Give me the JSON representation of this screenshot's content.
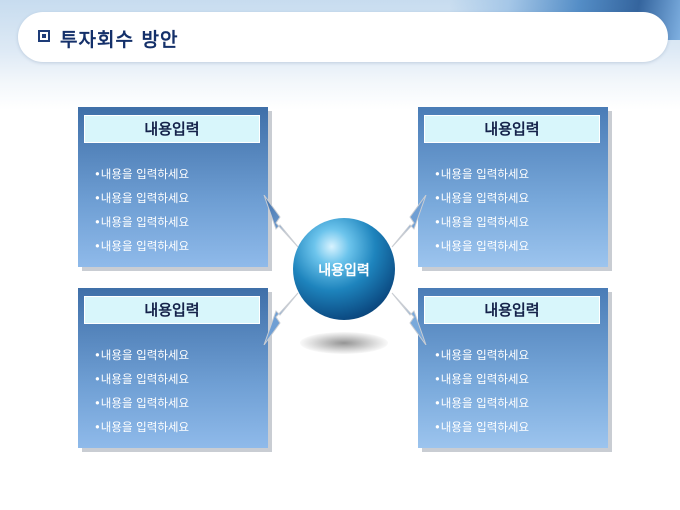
{
  "title": "투자회수 방안",
  "center_label": "내용입력",
  "panels": [
    {
      "header": "내용입력",
      "items": [
        "•내용을 입력하세요",
        "•내용을 입력하세요",
        "•내용을 입력하세요",
        "•내용을 입력하세요"
      ]
    },
    {
      "header": "내용입력",
      "items": [
        "•내용을 입력하세요",
        "•내용을 입력하세요",
        "•내용을 입력하세요",
        "•내용을 입력하세요"
      ]
    },
    {
      "header": "내용입력",
      "items": [
        "•내용을 입력하세요",
        "•내용을 입력하세요",
        "•내용을 입력하세요",
        "•내용을 입력하세요"
      ]
    },
    {
      "header": "내용입력",
      "items": [
        "•내용을 입력하세요",
        "•내용을 입력하세요",
        "•내용을 입력하세요",
        "•내용을 입력하세요"
      ]
    }
  ],
  "colors": {
    "title_text": "#14306a",
    "panel_header_bg": "#d8f6fb",
    "panel_body_top": "#3f6fa8",
    "panel_body_bottom": "#8fbaea",
    "sphere": "#1e84bd"
  }
}
